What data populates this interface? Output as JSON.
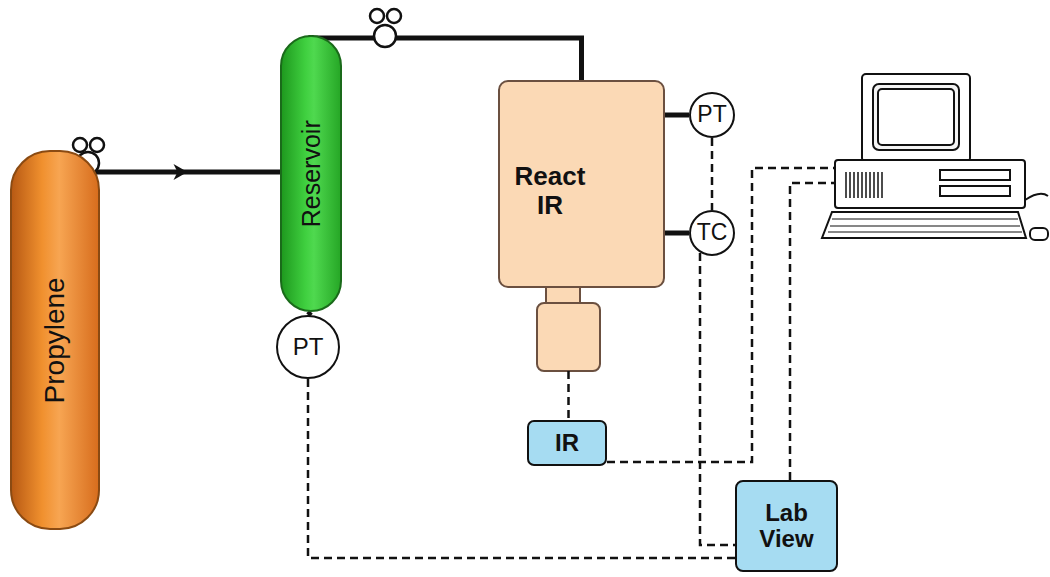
{
  "diagram": {
    "nodes": [
      {
        "text": [
          "Propylene"
        ]
      },
      {
        "text": [
          "Reservoir"
        ]
      },
      {
        "text": [
          "PT"
        ]
      },
      {
        "text": [
          "React IR"
        ]
      },
      {
        "text": [
          "PT"
        ]
      },
      {
        "text": [
          "TC"
        ]
      },
      {
        "text": [
          "IR"
        ]
      },
      {
        "text": [
          "Lab View"
        ]
      }
    ],
    "edges": [
      {
        "from": 0,
        "to": 1,
        "arrow": "to"
      },
      {
        "from": 1,
        "to": 3,
        "arrow": "none"
      },
      {
        "from": 1,
        "to": 2,
        "arrow": "none"
      },
      {
        "from": 3,
        "to": 4,
        "arrow": "none"
      },
      {
        "from": 3,
        "to": 5,
        "arrow": "none"
      },
      {
        "from": 3,
        "to": 6,
        "arrow": "none"
      },
      {
        "from": 2,
        "to": 7,
        "arrow": "none"
      },
      {
        "from": 4,
        "to": 5,
        "arrow": "none"
      },
      {
        "from": 5,
        "to": 7,
        "arrow": "none"
      }
    ]
  }
}
